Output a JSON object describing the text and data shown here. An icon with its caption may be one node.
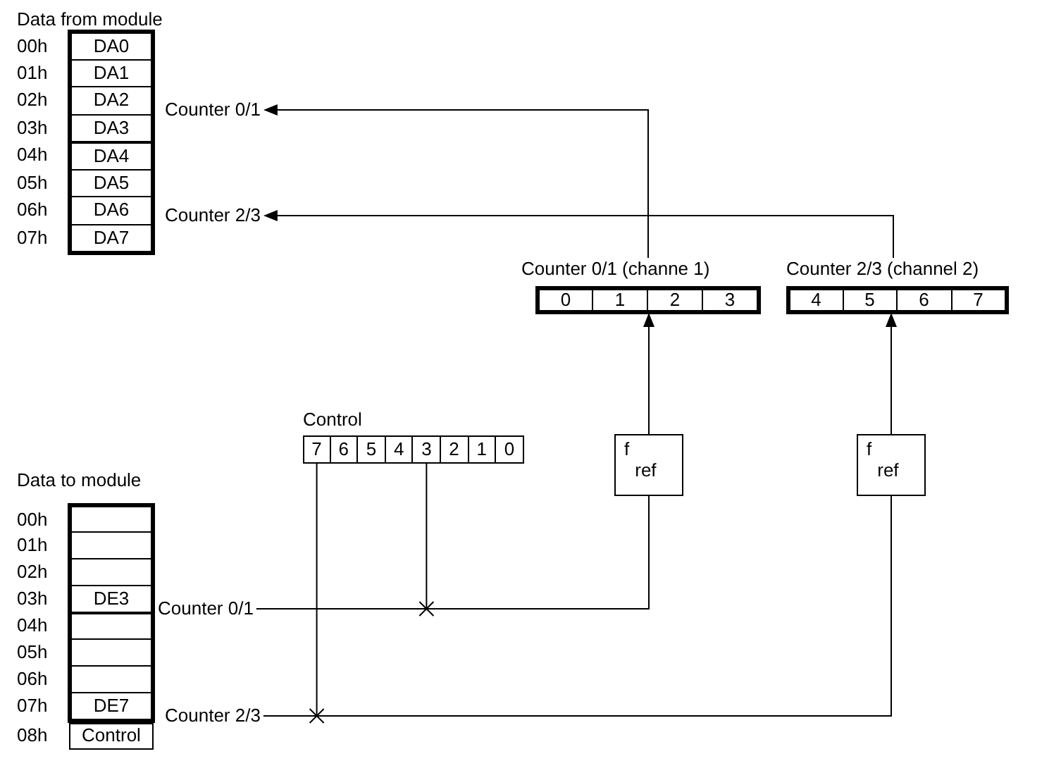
{
  "diagram": {
    "nodes": [
      {
        "text": [
          "Data from module"
        ]
      },
      {
        "text": [
          "DA0"
        ],
        "in": 0,
        "beside": [
          "00h"
        ]
      },
      {
        "text": [
          "DA1"
        ],
        "in": 0,
        "beside": [
          "01h"
        ]
      },
      {
        "text": [
          "DA2"
        ],
        "in": 0,
        "beside": [
          "02h"
        ]
      },
      {
        "text": [
          "DA3"
        ],
        "in": 0,
        "beside": [
          "03h"
        ]
      },
      {
        "text": [
          "DA4"
        ],
        "in": 0,
        "beside": [
          "04h"
        ]
      },
      {
        "text": [
          "DA5"
        ],
        "in": 0,
        "beside": [
          "05h"
        ]
      },
      {
        "text": [
          "DA6"
        ],
        "in": 0,
        "beside": [
          "06h"
        ]
      },
      {
        "text": [
          "DA7"
        ],
        "in": 0,
        "beside": [
          "07h"
        ]
      },
      {
        "text": [
          "Counter 0/1"
        ]
      },
      {
        "text": [
          "Counter 2/3"
        ]
      },
      {
        "text": [
          "Counter 0/1 (channe 1)"
        ]
      },
      {
        "text": [
          "0"
        ],
        "in": 11
      },
      {
        "text": [
          "1"
        ],
        "in": 11
      },
      {
        "text": [
          "2"
        ],
        "in": 11
      },
      {
        "text": [
          "3"
        ],
        "in": 11
      },
      {
        "text": [
          "Counter 2/3 (channel 2)"
        ]
      },
      {
        "text": [
          "4"
        ],
        "in": 16
      },
      {
        "text": [
          "5"
        ],
        "in": 16
      },
      {
        "text": [
          "6"
        ],
        "in": 16
      },
      {
        "text": [
          "7"
        ],
        "in": 16
      },
      {
        "text": [
          "Control"
        ]
      },
      {
        "text": [
          "7"
        ],
        "in": 21
      },
      {
        "text": [
          "6"
        ],
        "in": 21
      },
      {
        "text": [
          "5"
        ],
        "in": 21
      },
      {
        "text": [
          "4"
        ],
        "in": 21
      },
      {
        "text": [
          "3"
        ],
        "in": 21
      },
      {
        "text": [
          "2"
        ],
        "in": 21
      },
      {
        "text": [
          "1"
        ],
        "in": 21
      },
      {
        "text": [
          "0"
        ],
        "in": 21
      },
      {
        "text": [
          "f$_{ref}$"
        ]
      },
      {
        "text": [
          "f$_{ref}$"
        ]
      },
      {
        "text": [
          "Data to module"
        ]
      },
      {
        "text": [],
        "shape": "box",
        "in": 32,
        "beside": [
          "00h"
        ]
      },
      {
        "text": [],
        "shape": "box",
        "in": 32,
        "beside": [
          "01h"
        ]
      },
      {
        "text": [],
        "shape": "box",
        "in": 32,
        "beside": [
          "02h"
        ]
      },
      {
        "text": [
          "DE3"
        ],
        "in": 32,
        "beside": [
          "03h"
        ]
      },
      {
        "text": [],
        "shape": "box",
        "in": 32,
        "beside": [
          "04h"
        ]
      },
      {
        "text": [],
        "shape": "box",
        "in": 32,
        "beside": [
          "05h"
        ]
      },
      {
        "text": [],
        "shape": "box",
        "in": 32,
        "beside": [
          "06h"
        ]
      },
      {
        "text": [
          "DE7"
        ],
        "in": 32,
        "beside": [
          "07h"
        ]
      },
      {
        "text": [
          "Control"
        ],
        "beside": [
          "08h"
        ]
      },
      {
        "text": [
          "Counter 0/1"
        ]
      },
      {
        "text": [
          "Counter 2/3"
        ]
      }
    ],
    "edges": [
      {
        "from": 11,
        "to": 9,
        "arrow": "to"
      },
      {
        "from": 16,
        "to": 10,
        "arrow": "to"
      },
      {
        "from": 30,
        "to": 11,
        "arrow": "to"
      },
      {
        "from": 31,
        "to": 16,
        "arrow": "to"
      },
      {
        "from": 42,
        "to": 30,
        "arrow": "none"
      },
      {
        "from": 26,
        "to": 30,
        "arrow": "none"
      },
      {
        "from": 43,
        "to": 31,
        "arrow": "none"
      },
      {
        "from": 22,
        "to": 31,
        "arrow": "none"
      }
    ]
  }
}
